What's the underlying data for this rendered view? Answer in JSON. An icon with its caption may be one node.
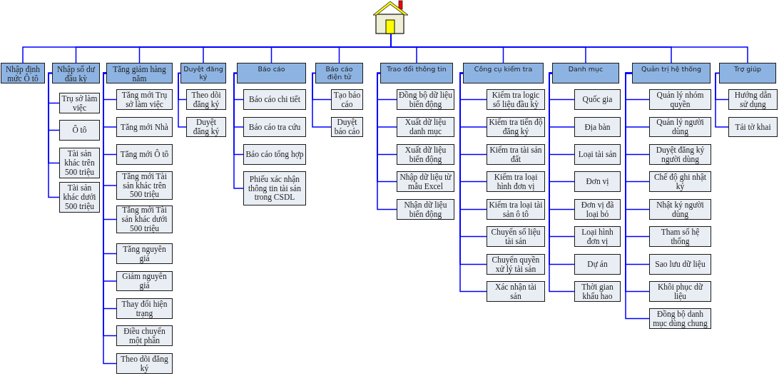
{
  "diagram": {
    "nodes": [
      {
        "text": [],
        "shape": "picture"
      },
      {
        "text": [
          "Nhập định mức Ô tô"
        ]
      },
      {
        "text": [
          "Nhập số dư đầu kỳ"
        ]
      },
      {
        "text": [
          "Trụ sở làm việc"
        ]
      },
      {
        "text": [
          "Ô tô"
        ]
      },
      {
        "text": [
          "Tài sản khác trên 500 triệu"
        ]
      },
      {
        "text": [
          "Tài sản khác dưới 500 triệu"
        ]
      },
      {
        "text": [
          "Tăng giảm hàng năm"
        ]
      },
      {
        "text": [
          "Tăng mới Trụ sở làm việc"
        ]
      },
      {
        "text": [
          "Tăng mới Nhà"
        ]
      },
      {
        "text": [
          "Tăng mới Ô tô"
        ]
      },
      {
        "text": [
          "Tăng mới Tài sản khác trên 500 triệu"
        ]
      },
      {
        "text": [
          "Tăng mới Tài sản khác dưới 500 triệu"
        ]
      },
      {
        "text": [
          "Tăng nguyên giá"
        ]
      },
      {
        "text": [
          "Giảm nguyên giá"
        ]
      },
      {
        "text": [
          "Thay đổi hiện trạng"
        ]
      },
      {
        "text": [
          "Điều chuyển một phần"
        ]
      },
      {
        "text": [
          "Theo dõi đăng ký"
        ]
      },
      {
        "text": [
          "Duyệt đăng ký"
        ]
      },
      {
        "text": [
          "Theo dõi đăng ký"
        ]
      },
      {
        "text": [
          "Duyệt đăng ký"
        ]
      },
      {
        "text": [
          "Báo cáo"
        ]
      },
      {
        "text": [
          "Báo cáo chi tiết"
        ]
      },
      {
        "text": [
          "Báo cáo tra cứu"
        ]
      },
      {
        "text": [
          "Báo cáo tổng hợp"
        ]
      },
      {
        "text": [
          "Phiếu xác nhận thông tin tài sản trong CSDL"
        ]
      },
      {
        "text": [
          "Báo cáo điện tử"
        ]
      },
      {
        "text": [
          "Tạo báo cáo"
        ]
      },
      {
        "text": [
          "Duyệt báo cáo"
        ]
      },
      {
        "text": [
          "Trao đổi thông tin"
        ]
      },
      {
        "text": [
          "Đồng bộ dữ liệu biến động"
        ]
      },
      {
        "text": [
          "Xuất dữ liệu danh mục"
        ]
      },
      {
        "text": [
          "Xuất dữ liệu biến động"
        ]
      },
      {
        "text": [
          "Nhập dữ liệu từ mẫu Excel"
        ]
      },
      {
        "text": [
          "Nhận dữ liệu biến động"
        ]
      },
      {
        "text": [
          "Công cụ kiểm tra"
        ]
      },
      {
        "text": [
          "Kiểm tra logic số liệu đầu kỳ"
        ]
      },
      {
        "text": [
          "Kiểm tra tiến độ đăng ký"
        ]
      },
      {
        "text": [
          "Kiểm tra tài sản đất"
        ]
      },
      {
        "text": [
          "Kiểm tra loại hình đơn vị"
        ]
      },
      {
        "text": [
          "Kiểm tra loại tài sản ô tô"
        ]
      },
      {
        "text": [
          "Chuyển số liệu tài sản"
        ]
      },
      {
        "text": [
          "Chuyển quyền xử lý tài sản"
        ]
      },
      {
        "text": [
          "Xác nhận tài sản"
        ]
      },
      {
        "text": [
          "Danh mục"
        ]
      },
      {
        "text": [
          "Quốc gia"
        ]
      },
      {
        "text": [
          "Địa bàn"
        ]
      },
      {
        "text": [
          "Loại tài sản"
        ]
      },
      {
        "text": [
          "Đơn vị"
        ]
      },
      {
        "text": [
          "Đơn vị đã loại bỏ"
        ]
      },
      {
        "text": [
          "Loại hình đơn vị"
        ]
      },
      {
        "text": [
          "Dự án"
        ]
      },
      {
        "text": [
          "Thời gian khấu hao"
        ]
      },
      {
        "text": [
          "Quản trị hệ thống"
        ]
      },
      {
        "text": [
          "Quản lý nhóm quyền"
        ]
      },
      {
        "text": [
          "Quản lý người dùng"
        ]
      },
      {
        "text": [
          "Duyệt đăng ký người dùng"
        ]
      },
      {
        "text": [
          "Chế độ ghi nhật ký"
        ]
      },
      {
        "text": [
          "Nhật ký người dùng"
        ]
      },
      {
        "text": [
          "Tham số hệ thống"
        ]
      },
      {
        "text": [
          "Sao lưu dữ liệu"
        ]
      },
      {
        "text": [
          "Khôi phục dữ liệu"
        ]
      },
      {
        "text": [
          "Đồng bộ danh mục dùng chung"
        ]
      },
      {
        "text": [
          "Trợ giúp"
        ]
      },
      {
        "text": [
          "Hướng dẫn sử dụng"
        ]
      },
      {
        "text": [
          "Tải tờ khai"
        ]
      }
    ],
    "edges": [
      {
        "from": 0,
        "to": 1,
        "arrow": "none"
      },
      {
        "from": 0,
        "to": 2,
        "arrow": "none"
      },
      {
        "from": 2,
        "to": 3,
        "arrow": "none"
      },
      {
        "from": 2,
        "to": 4,
        "arrow": "none"
      },
      {
        "from": 2,
        "to": 5,
        "arrow": "none"
      },
      {
        "from": 2,
        "to": 6,
        "arrow": "none"
      },
      {
        "from": 0,
        "to": 7,
        "arrow": "none"
      },
      {
        "from": 7,
        "to": 8,
        "arrow": "none"
      },
      {
        "from": 7,
        "to": 9,
        "arrow": "none"
      },
      {
        "from": 7,
        "to": 10,
        "arrow": "none"
      },
      {
        "from": 7,
        "to": 11,
        "arrow": "none"
      },
      {
        "from": 7,
        "to": 12,
        "arrow": "none"
      },
      {
        "from": 7,
        "to": 13,
        "arrow": "none"
      },
      {
        "from": 7,
        "to": 14,
        "arrow": "none"
      },
      {
        "from": 7,
        "to": 15,
        "arrow": "none"
      },
      {
        "from": 7,
        "to": 16,
        "arrow": "none"
      },
      {
        "from": 7,
        "to": 17,
        "arrow": "none"
      },
      {
        "from": 0,
        "to": 18,
        "arrow": "none"
      },
      {
        "from": 18,
        "to": 19,
        "arrow": "none"
      },
      {
        "from": 18,
        "to": 20,
        "arrow": "none"
      },
      {
        "from": 0,
        "to": 21,
        "arrow": "none"
      },
      {
        "from": 21,
        "to": 22,
        "arrow": "none"
      },
      {
        "from": 21,
        "to": 23,
        "arrow": "none"
      },
      {
        "from": 21,
        "to": 24,
        "arrow": "none"
      },
      {
        "from": 21,
        "to": 25,
        "arrow": "none"
      },
      {
        "from": 0,
        "to": 26,
        "arrow": "none"
      },
      {
        "from": 26,
        "to": 27,
        "arrow": "none"
      },
      {
        "from": 26,
        "to": 28,
        "arrow": "none"
      },
      {
        "from": 0,
        "to": 29,
        "arrow": "none"
      },
      {
        "from": 29,
        "to": 30,
        "arrow": "none"
      },
      {
        "from": 29,
        "to": 31,
        "arrow": "none"
      },
      {
        "from": 29,
        "to": 32,
        "arrow": "none"
      },
      {
        "from": 29,
        "to": 33,
        "arrow": "none"
      },
      {
        "from": 29,
        "to": 34,
        "arrow": "none"
      },
      {
        "from": 0,
        "to": 35,
        "arrow": "none"
      },
      {
        "from": 35,
        "to": 36,
        "arrow": "none"
      },
      {
        "from": 35,
        "to": 37,
        "arrow": "none"
      },
      {
        "from": 35,
        "to": 38,
        "arrow": "none"
      },
      {
        "from": 35,
        "to": 39,
        "arrow": "none"
      },
      {
        "from": 35,
        "to": 40,
        "arrow": "none"
      },
      {
        "from": 35,
        "to": 41,
        "arrow": "none"
      },
      {
        "from": 35,
        "to": 42,
        "arrow": "none"
      },
      {
        "from": 35,
        "to": 43,
        "arrow": "none"
      },
      {
        "from": 0,
        "to": 44,
        "arrow": "none"
      },
      {
        "from": 44,
        "to": 45,
        "arrow": "none"
      },
      {
        "from": 44,
        "to": 46,
        "arrow": "none"
      },
      {
        "from": 44,
        "to": 47,
        "arrow": "none"
      },
      {
        "from": 44,
        "to": 48,
        "arrow": "none"
      },
      {
        "from": 44,
        "to": 49,
        "arrow": "none"
      },
      {
        "from": 44,
        "to": 50,
        "arrow": "none"
      },
      {
        "from": 44,
        "to": 51,
        "arrow": "none"
      },
      {
        "from": 44,
        "to": 52,
        "arrow": "none"
      },
      {
        "from": 0,
        "to": 53,
        "arrow": "none"
      },
      {
        "from": 53,
        "to": 54,
        "arrow": "none"
      },
      {
        "from": 53,
        "to": 55,
        "arrow": "none"
      },
      {
        "from": 53,
        "to": 56,
        "arrow": "none"
      },
      {
        "from": 53,
        "to": 57,
        "arrow": "none"
      },
      {
        "from": 53,
        "to": 58,
        "arrow": "none"
      },
      {
        "from": 53,
        "to": 59,
        "arrow": "none"
      },
      {
        "from": 53,
        "to": 60,
        "arrow": "none"
      },
      {
        "from": 53,
        "to": 61,
        "arrow": "none"
      },
      {
        "from": 53,
        "to": 62,
        "arrow": "none"
      },
      {
        "from": 0,
        "to": 63,
        "arrow": "none"
      },
      {
        "from": 63,
        "to": 64,
        "arrow": "none"
      },
      {
        "from": 63,
        "to": 65,
        "arrow": "none"
      }
    ]
  }
}
